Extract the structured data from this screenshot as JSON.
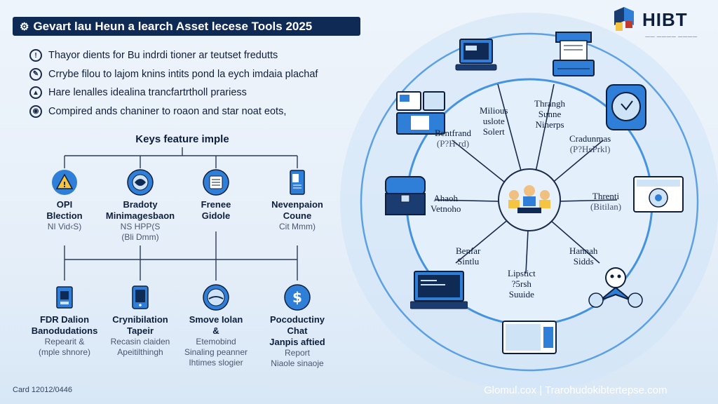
{
  "title": "Gevart lau Heun a learch Asset lecese Tools 2025",
  "bullets": [
    "Thayor dients for Bu indrdi tioner ar teutset fredutts",
    "Crrybe filou to lajom knins intits pond la eych imdaia plachaf",
    "Hare lenalles idealina trancfartrtholl prariess",
    "Compired ands chaniner to roaon and star noat eots,"
  ],
  "tree_heading": "Keys feature imple",
  "features_top": [
    {
      "line1": "OPI",
      "line2": "Blection",
      "line3": "NI Vid‹S)",
      "line4": ""
    },
    {
      "line1": "Bradoty",
      "line2": "Minimagesbaon",
      "line3": "NS HPP(S",
      "line4": "(Bli Dmm)"
    },
    {
      "line1": "Frenee",
      "line2": "Gidole",
      "line3": "",
      "line4": ""
    },
    {
      "line1": "Nevenpaion",
      "line2": "Coune",
      "line3": "Cit Mmm)",
      "line4": ""
    }
  ],
  "features_bottom": [
    {
      "line1": "FDR Dalion",
      "line2": "Banodudations",
      "line3": "Repearit &",
      "line4": "(mple shnore)"
    },
    {
      "line1": "Crynibilation",
      "line2": "Tapeir",
      "line3": "Recasin claiden",
      "line4": "Apeitilthingh"
    },
    {
      "line1": "Smove Iolan",
      "line2": "&",
      "line3": "Etemobind",
      "line4": "Sinaling peanner",
      "line5": "Ihtimes slogier"
    },
    {
      "line1": "Pocoductiny",
      "line2": "Chat",
      "line3": "Janpis aftied",
      "line4": "Report",
      "line5": "Niaole sinaoje"
    }
  ],
  "hub_labels": {
    "milious": [
      "Milious",
      "uslote",
      "Solert"
    ],
    "thrangh": [
      "Thrangh",
      "Sunne",
      "Ninerps"
    ],
    "bentfrand": [
      "Bentfrand",
      "(P?H-rd)"
    ],
    "cradunmas": [
      "Cradunmas",
      "(P?HsPrkl)"
    ],
    "ahaoh": [
      "Ahaoh",
      "Vetnoho"
    ],
    "threnti": [
      "Threnti",
      "(Bitilan)"
    ],
    "bentor": [
      "Benfar",
      "Sintlu"
    ],
    "hannah": [
      "Hannah",
      "Sidds"
    ],
    "lipstict": [
      "Lipstict",
      "?5rsh",
      "Suuide"
    ]
  },
  "logo": {
    "text": "HIBT",
    "tagline": "—— ———— ————"
  },
  "footer_left": "Card 12012/0446",
  "footer_right": "Glomul.cox | Trarohudokibtertepse.com",
  "colors": {
    "navy": "#0f2a55",
    "accent": "#2f7fd8",
    "light": "#cfe3f7"
  }
}
